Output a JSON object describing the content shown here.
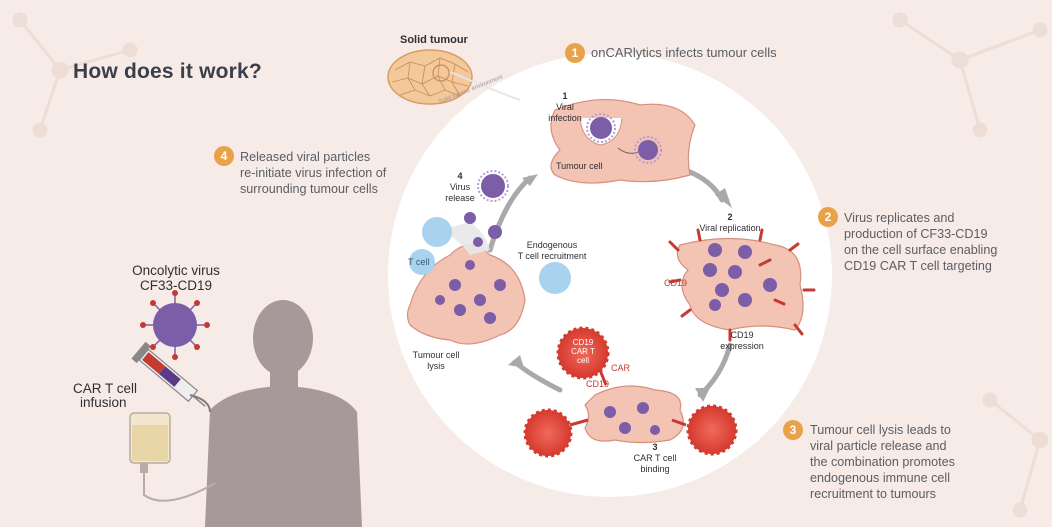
{
  "title": "How does it work?",
  "solid_tumour": {
    "label": "Solid tumour",
    "env_label": "Solid tumour environment"
  },
  "patient": {
    "virus_label_line1": "Oncolytic virus",
    "virus_label_line2": "CF33-CD19",
    "cart_label_line1": "CAR T cell",
    "cart_label_line2": "infusion"
  },
  "steps": [
    {
      "num": "1",
      "text_lines": [
        "onCARlytics infects tumour cells"
      ]
    },
    {
      "num": "2",
      "text_lines": [
        "Virus replicates and",
        "production of CF33-CD19",
        "on the cell surface enabling",
        "CD19 CAR T cell targeting"
      ]
    },
    {
      "num": "3",
      "text_lines": [
        "Tumour cell lysis leads to",
        "viral particle release and",
        "the combination promotes",
        "endogenous immune cell",
        "recruitment to tumours"
      ]
    },
    {
      "num": "4",
      "text_lines": [
        "Released viral particles",
        "re-initiate virus infection of",
        "surrounding tumour cells"
      ]
    }
  ],
  "cycle": {
    "s1_num": "1",
    "s1_l1": "Viral",
    "s1_l2": "infection",
    "tumour_cell": "Tumour cell",
    "s2_num": "2",
    "s2_l1": "Viral replication",
    "cd19": "CD19",
    "cd19_expr_l1": "CD19",
    "cd19_expr_l2": "expression",
    "cart_cell_l1": "CD19",
    "cart_cell_l2": "CAR T",
    "cart_cell_l3": "cell",
    "car": "CAR",
    "cd19_b": "CD19",
    "s3_num": "3",
    "s3_l1": "CAR T cell",
    "s3_l2": "binding",
    "lysis_l1": "Tumour cell",
    "lysis_l2": "lysis",
    "tcell": "T cell",
    "s4_num": "4",
    "s4_l1": "Virus",
    "s4_l2": "release",
    "endo_l1": "Endogenous",
    "endo_l2": "T cell recruitment"
  },
  "colors": {
    "accent": "#e8a24a",
    "virus": "#7b5ea7",
    "red": "#c53a32",
    "tumour": "#f2c6b8",
    "tcell": "#a9d2ee"
  }
}
